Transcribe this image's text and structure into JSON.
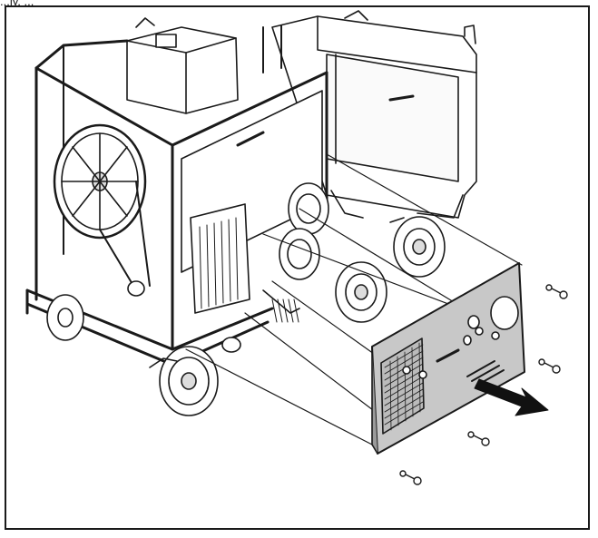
{
  "caption_fragment": "...ly, ...",
  "colors": {
    "ink": "#1a1a1a",
    "panel_fill": "#c8c8c8",
    "panel_dark": "#9a9a9a",
    "arrow": "#111111"
  },
  "icons": {
    "arrow": "removal-direction-arrow",
    "screws": "mounting-screw",
    "panel": "side-cover-panel"
  }
}
